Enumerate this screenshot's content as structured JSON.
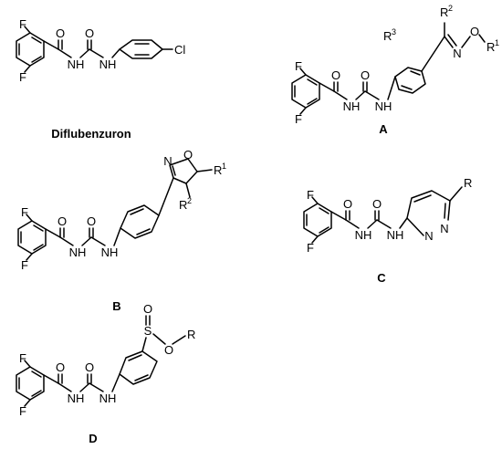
{
  "atoms": {
    "F": "F",
    "O": "O",
    "N": "N",
    "NH": "NH",
    "Cl": "Cl",
    "R": "R",
    "R1": "R",
    "R2": "R",
    "R3": "R",
    "S": "S",
    "sup1": "1",
    "sup2": "2",
    "sup3": "3"
  },
  "captions": {
    "diflubenzuron": "Diflubenzuron",
    "A": "A",
    "B": "B",
    "C": "C",
    "D": "D"
  }
}
